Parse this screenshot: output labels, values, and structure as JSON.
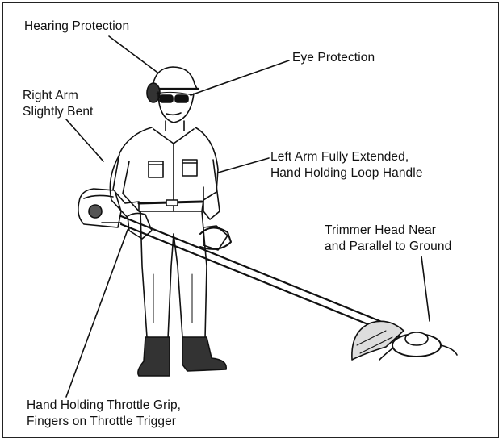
{
  "labels": {
    "hearing": "Hearing Protection",
    "eye": "Eye Protection",
    "right_arm": [
      "Right Arm",
      "Slightly Bent"
    ],
    "left_arm": [
      "Left Arm Fully Extended,",
      "Hand Holding Loop Handle"
    ],
    "trimmer_head": [
      "Trimmer Head Near",
      "and Parallel to Ground"
    ],
    "throttle": [
      "Hand Holding Throttle Grip,",
      "Fingers on Throttle Trigger"
    ]
  }
}
